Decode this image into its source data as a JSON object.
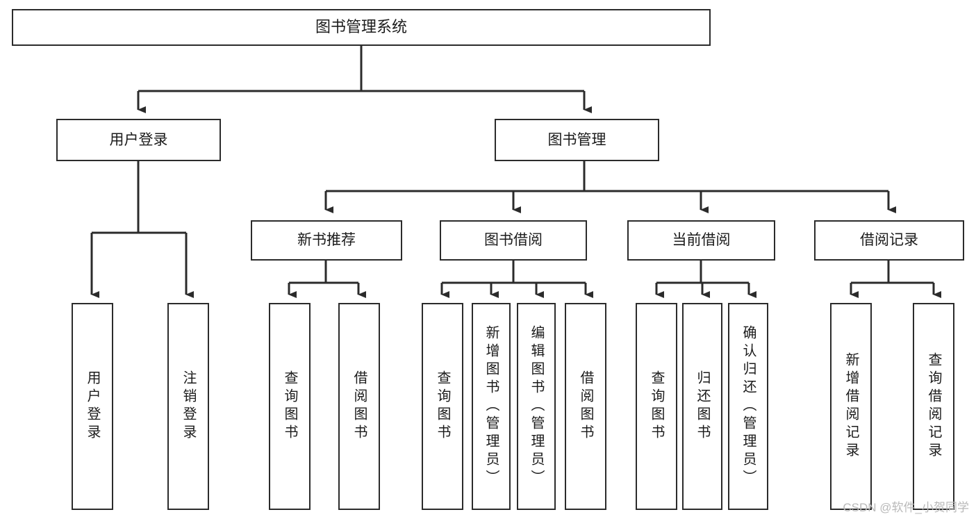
{
  "diagram": {
    "type": "tree-hierarchy-functional-decomposition",
    "root": {
      "id": "root",
      "label": "图书管理系统"
    },
    "level1": [
      {
        "id": "user-login",
        "label": "用户登录"
      },
      {
        "id": "book-management",
        "label": "图书管理"
      }
    ],
    "level2": [
      {
        "id": "new-book-recommend",
        "label": "新书推荐",
        "parent": "book-management"
      },
      {
        "id": "book-borrow",
        "label": "图书借阅",
        "parent": "book-management"
      },
      {
        "id": "current-borrow",
        "label": "当前借阅",
        "parent": "book-management"
      },
      {
        "id": "borrow-record",
        "label": "借阅记录",
        "parent": "book-management"
      }
    ],
    "leaves": [
      {
        "id": "leaf-user-login",
        "label": "用户登录",
        "parent": "user-login"
      },
      {
        "id": "leaf-logout-login",
        "label": "注销登录",
        "parent": "user-login"
      },
      {
        "id": "leaf-query-book-1",
        "label": "查询图书",
        "parent": "new-book-recommend"
      },
      {
        "id": "leaf-borrow-book-1",
        "label": "借阅图书",
        "parent": "new-book-recommend"
      },
      {
        "id": "leaf-query-book-2",
        "label": "查询图书",
        "parent": "book-borrow"
      },
      {
        "id": "leaf-add-book-admin",
        "label": "新增图书（管理员）",
        "parent": "book-borrow"
      },
      {
        "id": "leaf-edit-book-admin",
        "label": "编辑图书（管理员）",
        "parent": "book-borrow"
      },
      {
        "id": "leaf-borrow-book-2",
        "label": "借阅图书",
        "parent": "book-borrow"
      },
      {
        "id": "leaf-query-book-3",
        "label": "查询图书",
        "parent": "current-borrow"
      },
      {
        "id": "leaf-return-book",
        "label": "归还图书",
        "parent": "current-borrow"
      },
      {
        "id": "leaf-confirm-return-admin",
        "label": "确认归还（管理员）",
        "parent": "current-borrow"
      },
      {
        "id": "leaf-add-borrow-record",
        "label": "新增借阅记录",
        "parent": "borrow-record"
      },
      {
        "id": "leaf-query-borrow-record",
        "label": "查询借阅记录",
        "parent": "borrow-record"
      }
    ],
    "watermark": "CSDN @软件_小贺同学",
    "colors": {
      "stroke": "#2b2b2b",
      "fill": "#ffffff",
      "text": "#1b1b1b",
      "watermark": "#b9b9b9",
      "background": "#ffffff"
    }
  }
}
